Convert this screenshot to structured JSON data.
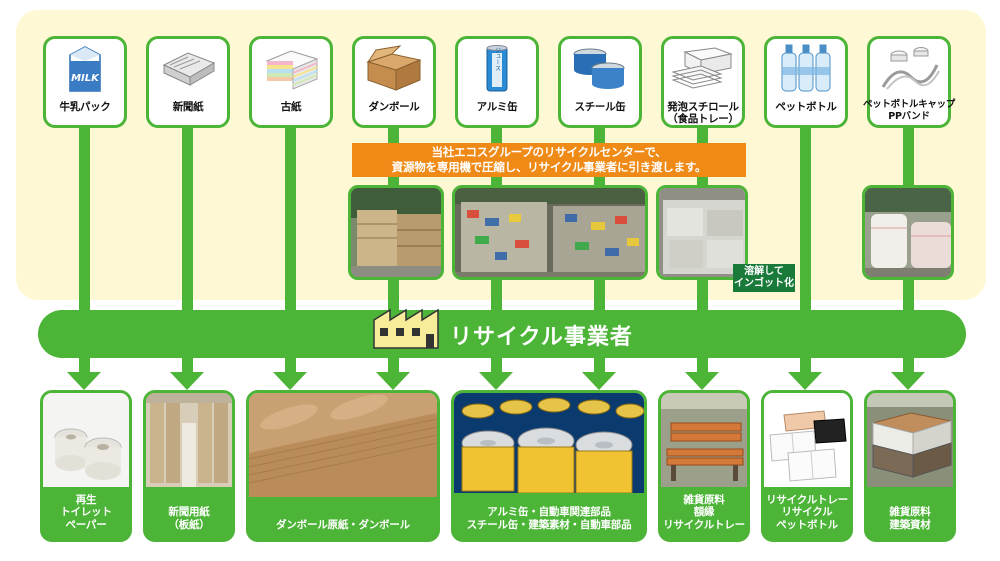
{
  "sources": [
    {
      "id": "milk-carton",
      "label": [
        "牛乳パック"
      ],
      "icon": "milk-carton-icon",
      "icon_text": "MILK"
    },
    {
      "id": "newspaper",
      "label": [
        "新聞紙"
      ],
      "icon": "newspaper-icon"
    },
    {
      "id": "old-paper",
      "label": [
        "古紙"
      ],
      "icon": "paper-stack-icon"
    },
    {
      "id": "cardboard",
      "label": [
        "ダンボール"
      ],
      "icon": "cardboard-box-icon"
    },
    {
      "id": "aluminum-can",
      "label": [
        "アルミ缶"
      ],
      "icon": "aluminum-can-icon",
      "icon_text": "ジュース"
    },
    {
      "id": "steel-can",
      "label": [
        "スチール缶"
      ],
      "icon": "steel-can-icon"
    },
    {
      "id": "styrofoam",
      "label": [
        "発泡スチロール",
        "（食品トレー）"
      ],
      "icon": "styrofoam-tray-icon"
    },
    {
      "id": "pet-bottle",
      "label": [
        "ペットボトル"
      ],
      "icon": "pet-bottle-icon"
    },
    {
      "id": "pet-cap",
      "label": [
        "ペットボトルキャップ",
        "PPバンド"
      ],
      "icon": "bottle-cap-band-icon"
    }
  ],
  "note": {
    "lines": [
      "当社エコスグループのリサイクルセンターで、",
      "資源物を専用機で圧縮し、リサイクル事業者に引き渡します。"
    ]
  },
  "ingot_label": [
    "溶解して",
    "インゴット化"
  ],
  "recycler": {
    "label": "リサイクル事業者",
    "icon": "factory-icon"
  },
  "outputs": [
    {
      "id": "toilet-paper",
      "label": [
        "再生",
        "トイレット",
        "ペーパー"
      ],
      "icon": "toilet-paper-icon"
    },
    {
      "id": "paperboard",
      "label": [
        "新聞用紙",
        "（板紙）"
      ],
      "icon": "paper-roll-icon"
    },
    {
      "id": "cardboard-material",
      "label": [
        "ダンボール原紙・ダンボール"
      ],
      "icon": "cardboard-sheet-icon"
    },
    {
      "id": "metal-parts",
      "label": [
        "アルミ缶・自動車関連部品",
        "スチール缶・建築素材・自動車部品"
      ],
      "icon": "cans-icon"
    },
    {
      "id": "sundries",
      "label": [
        "雑貨原料",
        "額縁",
        "リサイクルトレー"
      ],
      "icon": "bench-icon"
    },
    {
      "id": "recycled-tray",
      "label": [
        "リサイクルトレー",
        "リサイクル",
        "ペットボトル"
      ],
      "icon": "food-tray-icon"
    },
    {
      "id": "building-material",
      "label": [
        "雑貨原料",
        "建築資材"
      ],
      "icon": "planter-icon"
    }
  ],
  "colors": {
    "green": "#4cb437",
    "orange": "#ef8a17",
    "panel": "#fff8d4",
    "dark_green": "#1a7a3a"
  }
}
